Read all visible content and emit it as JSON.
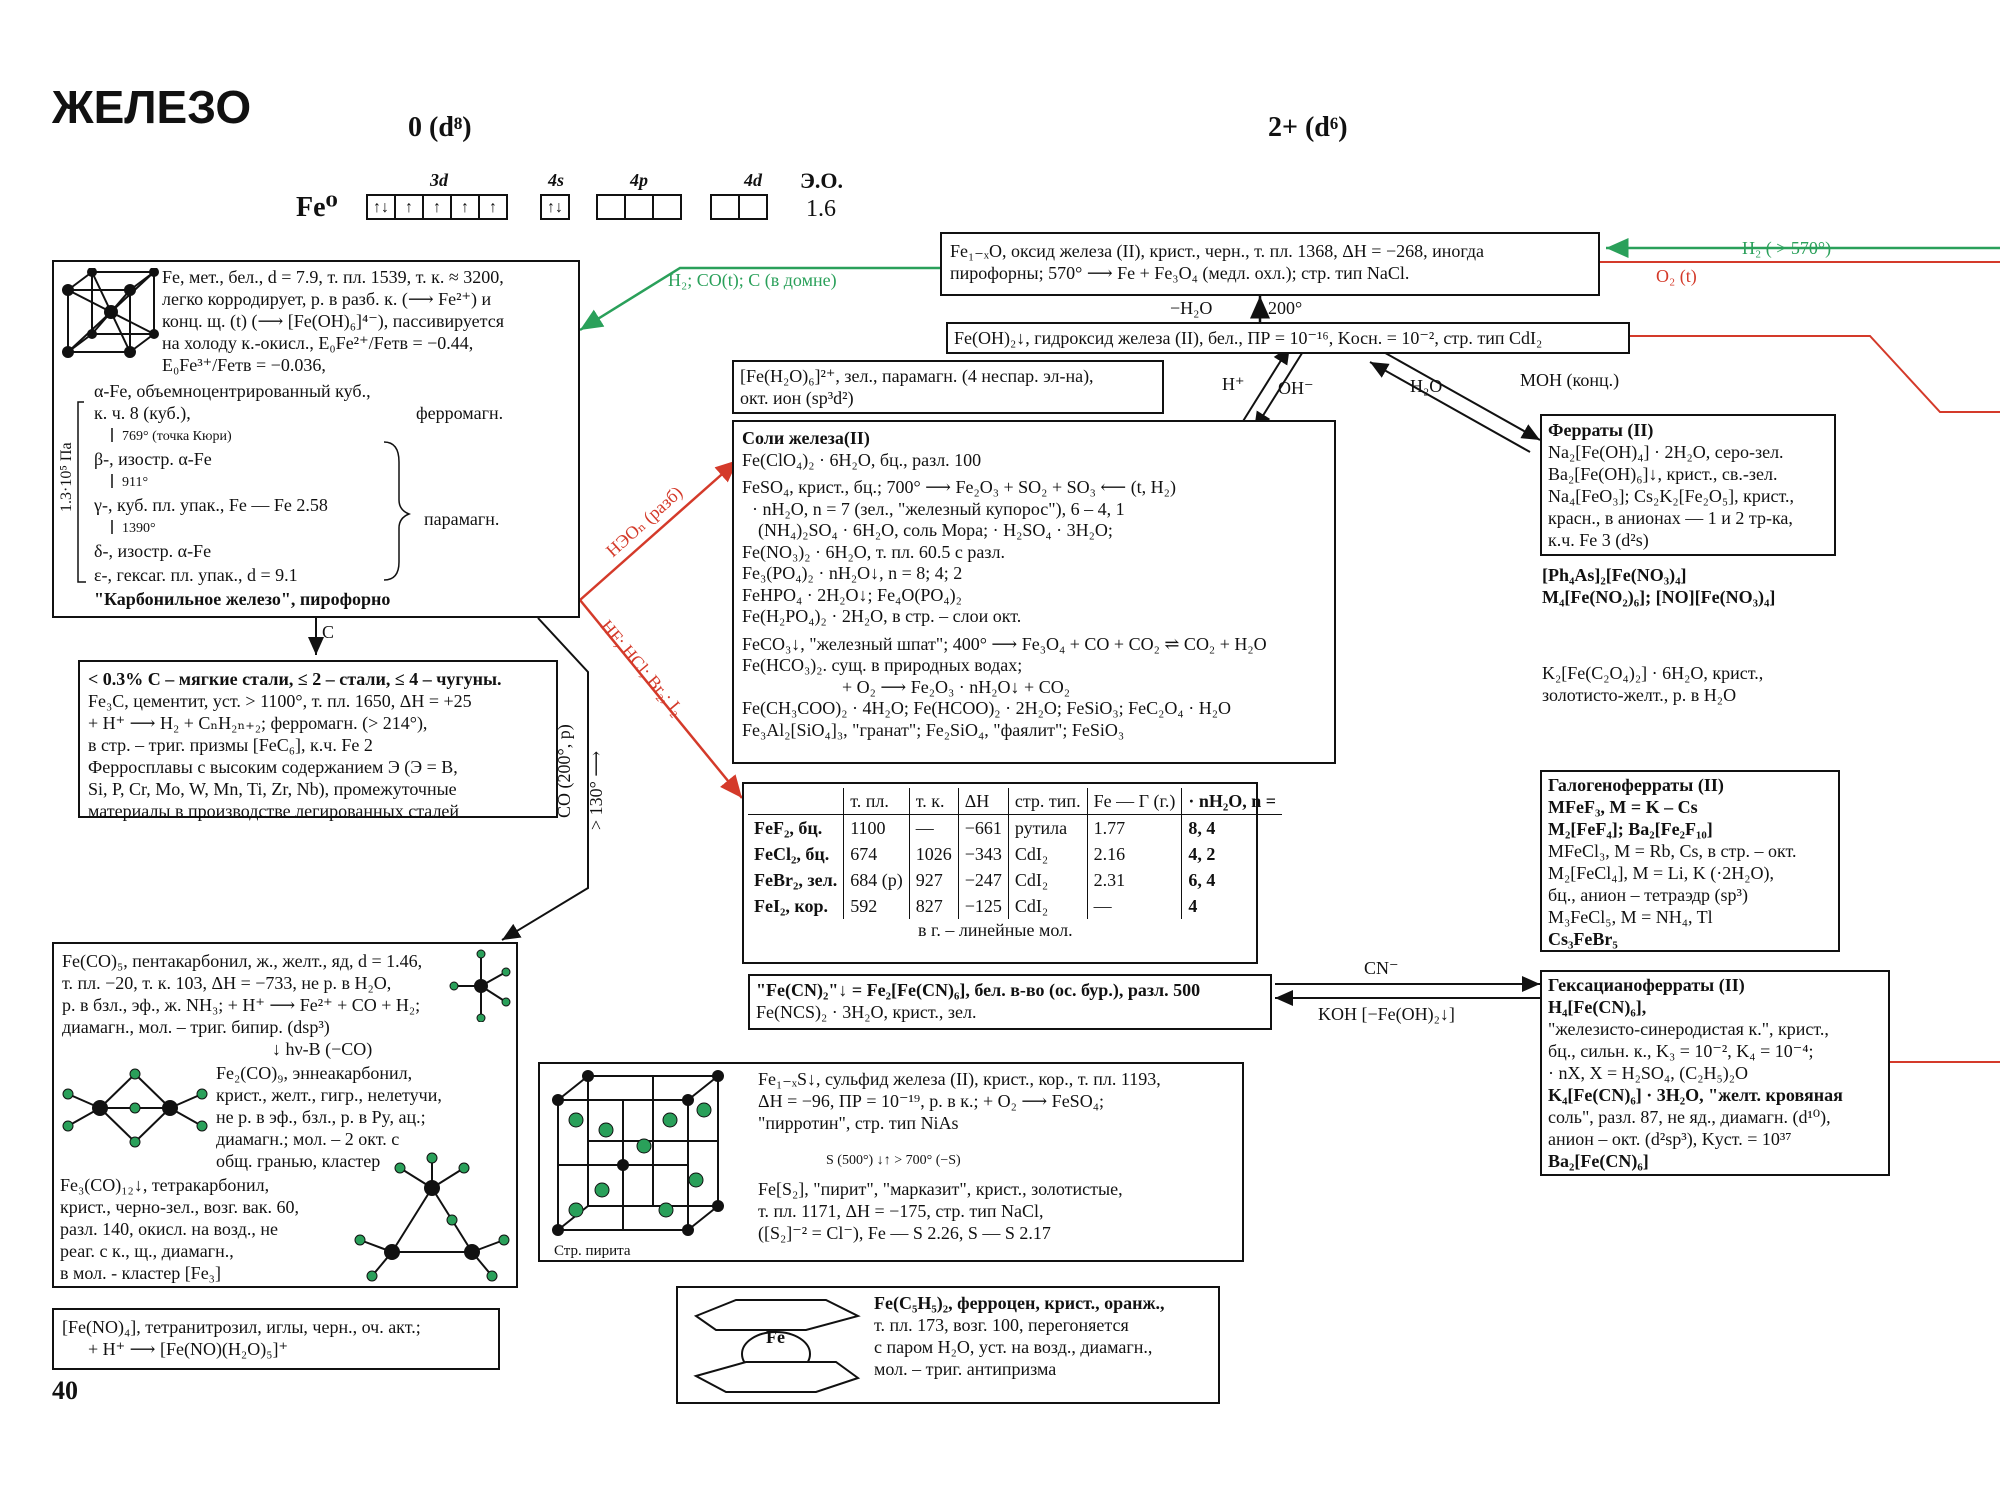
{
  "page": {
    "title": "ЖЕЛЕЗО",
    "page_number": "40",
    "ox0_header": "0 (d⁸)",
    "ox2_header": "2+ (d⁶)"
  },
  "config": {
    "symbol": "Fe⁰",
    "orbital_labels": [
      "3d",
      "4s",
      "4p",
      "4d"
    ],
    "orbitals_3d": [
      "↑↓",
      "↑",
      "↑",
      "↑",
      "↑"
    ],
    "orbitals_4s": [
      "↑↓"
    ],
    "eo_label": "Э.О.",
    "eo_value": "1.6"
  },
  "fe_metal": {
    "lines": [
      "Fe, мет., бел., d = 7.9, т. пл. 1539, т. к. ≈ 3200,",
      "легко корродирует, р. в разб. к. (⟶ Fe²⁺) и",
      "конц. щ. (t) (⟶ [Fe(OH)₆]⁴⁻), пассивируется",
      "на холоду к.-окисл., E₀Fe²⁺/Feтв = −0.44,",
      "E₀Fe³⁺/Feтв = −0.036,"
    ],
    "alpha": "α-Fe, объемноцентрированный куб.,",
    "alpha_cn": "к. ч. 8 (куб.),",
    "ferromag": "ферромагн.",
    "t769": "769° (точка Кюри)",
    "beta": "β-, изостр. α-Fe",
    "t911": "911°",
    "gamma": "γ-, куб. пл. упак., Fe — Fe 2.58",
    "t1390": "1390°",
    "delta": "δ-, изостр. α-Fe",
    "eps": "ε-, гексаг. пл. упак., d = 9.1",
    "paramag": "парамагн.",
    "pressure": "1.3·10⁵ Па",
    "carbonyl_iron": "\"Карбонильное железо\", пирофорно"
  },
  "steels": {
    "lines": [
      "< 0.3% C – мягкие стали, ≤ 2 – стали, ≤ 4 – чугуны.",
      "Fe₃C, цементит, уст. > 1100°, т. пл. 1650, ΔH = +25",
      "+ H⁺ ⟶ H₂ + CₙH₂ₙ₊₂; ферромагн. (> 214°),",
      "в стр. – триг. призмы [FeC₆], к.ч. Fe 2",
      "Ферросплавы с высоким содержанием Э (Э = B,",
      "Si, P, Cr, Mo, W, Mn, Ti, Zr, Nb), промежуточные",
      "материалы в производстве легированных сталей"
    ]
  },
  "carbonyls": {
    "penta": [
      "Fe(CO)₅, пентакарбонил, ж., желт., яд, d = 1.46,",
      "т. пл. −20, т. к. 103, ΔH = −733, не р. в H₂O,",
      "р. в бзл., эф., ж. NH₃; + H⁺ ⟶ Fe²⁺ + CO + H₂;",
      "диамагн., мол. – триг. бипир. (dsp³)"
    ],
    "hv": "↓ hν-B (−CO)",
    "ennea": [
      "Fe₂(CO)₉, эннеакарбонил,",
      "крист., желт., гигр., нелетучи,",
      "не р. в эф., бзл., р. в Py, ац.;",
      "диамагн.; мол. – 2 окт. с",
      "общ. гранью, кластер"
    ],
    "tetra": [
      "Fe₃(CO)₁₂↓, тетракарбонил,",
      "крист., черно-зел., возг. вак. 60,",
      "разл. 140, окисл. на возд., не",
      "реаг. с к., щ., диамагн.,",
      "в мол. - кластер [Fe₃]"
    ]
  },
  "nitrosyl": {
    "lines": [
      "[Fe(NO)₄], тетранитрозил, иглы, черн., оч. акт.;",
      "+ H⁺ ⟶ [Fe(NO)(H₂O)₅]⁺"
    ]
  },
  "feo": {
    "lines": [
      "Fe₁₋ₓO, оксид железа (II), крист., черн., т. пл. 1368, ΔH = −268, иногда",
      "пирофорны; 570° ⟶ Fe + Fe₃O₄ (медл. охл.); стр. тип NaCl."
    ]
  },
  "feoh": {
    "line": "Fe(OH)₂↓, гидроксид железа (II), бел., ПР = 10⁻¹⁶, Kосн. = 10⁻², стр. тип CdI₂"
  },
  "aqua": {
    "lines": [
      "[Fe(H₂O)₆]²⁺, зел., парамагн. (4 неспар. эл-на),",
      "окт. ион (sp³d²)"
    ]
  },
  "salts": {
    "lines": [
      "Соли железа(II)",
      "Fe(ClO₄)₂ · 6H₂O, бц., разл. 100",
      "FeSO₄, крист., бц.; 700° ⟶ Fe₂O₃ + SO₂ + SO₃ ⟵ (t, H₂)",
      "· nH₂O, n = 7 (зел., \"железный купорос\"), 6 – 4, 1",
      "(NH₄)₂SO₄ · 6H₂O, соль Мора; · H₂SO₄ · 3H₂O;",
      "Fe(NO₃)₂ · 6H₂O, т. пл. 60.5 с разл.",
      "Fe₃(PO₄)₂ · nH₂O↓, n = 8; 4; 2",
      "FeHPO₄ · 2H₂O↓; Fe₄O(PO₄)₂",
      "Fe(H₂PO₄)₂ · 2H₂O, в стр. – слои окт.",
      "FeCO₃↓, \"железный шпат\"; 400° ⟶ Fe₃O₄ + CO + CO₂ ⇌ CO₂ + H₂O",
      "Fe(HCO₃)₂. сущ. в природных водах;",
      "+ O₂ ⟶ Fe₂O₃ · nH₂O↓ + CO₂",
      "Fe(CH₃COO)₂ · 4H₂O; Fe(HCOO)₂ · 2H₂O; FeSiO₃; FeC₂O₄ · H₂O",
      "Fe₃Al₂[SiO₄]₃, \"гранат\"; Fe₂SiO₄, \"фаялит\"; FeSiO₃"
    ]
  },
  "halides": {
    "headers": [
      "",
      "т. пл.",
      "т. к.",
      "ΔH",
      "стр. тип.",
      "Fe — Г (г.)",
      "· nH₂O, n ="
    ],
    "rows": [
      [
        "FeF₂, бц.",
        "1100",
        "—",
        "−661",
        "рутила",
        "1.77",
        "8, 4"
      ],
      [
        "FeCl₂, бц.",
        "674",
        "1026",
        "−343",
        "CdI₂",
        "2.16",
        "4, 2"
      ],
      [
        "FeBr₂, зел.",
        "684 (p)",
        "927",
        "−247",
        "CdI₂",
        "2.31",
        "6, 4"
      ],
      [
        "FeI₂, кор.",
        "592",
        "827",
        "−125",
        "CdI₂",
        "—",
        "4"
      ]
    ],
    "note": "в г. – линейные мол."
  },
  "cyanide": {
    "lines": [
      "\"Fe(CN)₂\"↓ = Fe₂[Fe(CN)₆], бел. в-во (ос. бур.), разл. 500",
      "Fe(NCS)₂ · 3H₂O, крист., зел."
    ]
  },
  "sulfide": {
    "lines": [
      "Fe₁₋ₓS↓, сульфид железа (II), крист., кор., т. пл. 1193,",
      "ΔH = −96, ПР = 10⁻¹⁹, р. в к.; + O₂ ⟶ FeSO₄;",
      "\"пирротин\", стр. тип NiAs"
    ],
    "arrow": "S (500°) ↓↑ > 700° (−S)",
    "pyrite": [
      "Fe[S₂], \"пирит\", \"марказит\", крист., золотистые,",
      "т. пл. 1171, ΔH = −175, стр. тип NaCl,",
      "([S₂]⁻² = Cl⁻), Fe — S 2.26, S — S 2.17"
    ],
    "caption": "Стр. пирита"
  },
  "ferrocene": {
    "lines": [
      "Fe(C₅H₅)₂, ферроцен, крист., оранж.,",
      "т. пл. 173, возг. 100, перегоняется",
      "с паром H₂O, уст. на возд., диамагн.,",
      "мол. – триг. антипризма"
    ],
    "fe_label": "Fe"
  },
  "ferrates": {
    "lines": [
      "Ферраты (II)",
      "Na₂[Fe(OH)₄] · 2H₂O, серо-зел.",
      "Ba₂[Fe(OH)₆]↓, крист., св.-зел.",
      "Na₄[FeO₃]; Cs₂K₂[Fe₂O₅], крист.,",
      "красн., в анионах — 1 и 2 тр-ка,",
      "к.ч. Fe 3 (d²s)"
    ],
    "nitro": [
      "[Ph₄As]₂[Fe(NO₃)₄]",
      "M₄[Fe(NO₂)₆]; [NO][Fe(NO₃)₄]"
    ],
    "oxalate": [
      "K₂[Fe(C₂O₄)₂] · 6H₂O, крист.,",
      "золотисто-желт., р. в H₂O"
    ]
  },
  "haloferrates": {
    "lines": [
      "Галогеноферраты (II)",
      "MFeF₃, M = K – Cs",
      "M₂[FeF₄]; Ba₂[Fe₂F₁₀]",
      "MFeCl₃, M = Rb, Cs, в стр. – окт.",
      "M₂[FeCl₄], M = Li, K (·2H₂O),",
      "бц., анион – тетраэдр (sp³)",
      "M₃FeCl₅, M = NH₄, Tl",
      "Cs₃FeBr₅"
    ]
  },
  "hexacyano": {
    "lines": [
      "Гексацианоферраты (II)",
      "H₄[Fe(CN)₆],",
      "\"железисто-синеродистая к.\", крист.,",
      "бц., сильн. к., K₃ = 10⁻², K₄ = 10⁻⁴;",
      "· nX, X = H₂SO₄, (C₂H₅)₂O",
      "K₄[Fe(CN)₆] · 3H₂O, \"желт. кровяная",
      "соль\", разл. 87, не яд., диамагн. (d¹⁰),",
      "анион – окт. (d²sp³), Kуст. = 10³⁷",
      "Ba₂[Fe(CN)₆]"
    ]
  },
  "arrows": {
    "green_reduction": "H₂; CO(t); C (в домне)",
    "h2_570": "H₂ ( > 570°)",
    "o2_t": "O₂ (t)",
    "minus_h2o": "−H₂O",
    "t200": "200°",
    "h_plus": "H⁺",
    "oh_minus": "OH⁻",
    "h2o": "H₂O",
    "moh": "MOH (конц.)",
    "hno3": "HЭOₙ (разб)",
    "hf_hcl": "HF; HCl; Br₂; I₂",
    "carbon": "C",
    "co_200": "CO (200°, p)",
    "gt130": "> 130° ⟶",
    "cn_minus": "CN⁻",
    "koh": "KOH [−Fe(OH)₂↓]"
  },
  "colors": {
    "green": "#2aa05a",
    "red": "#d43a2a",
    "ink": "#111111"
  }
}
